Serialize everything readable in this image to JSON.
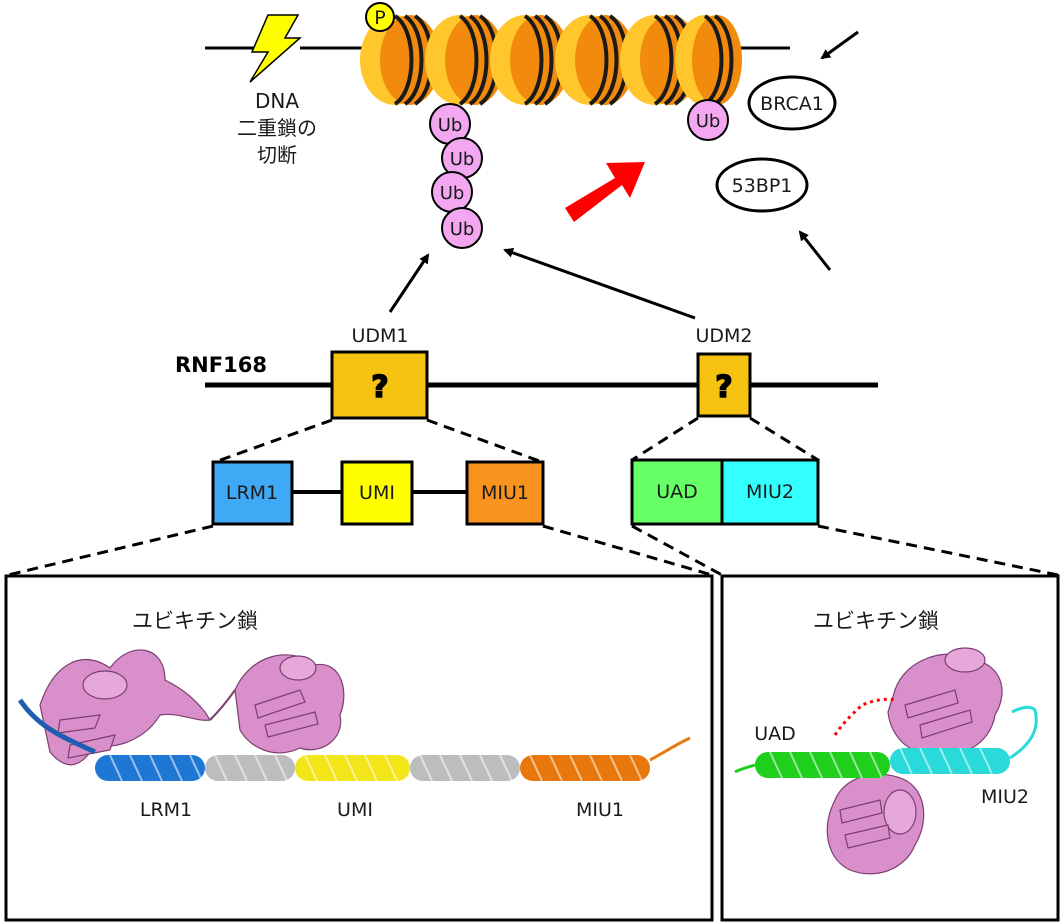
{
  "top": {
    "phospho_label": "P",
    "dsb_label_line1": "DNA",
    "dsb_label_line2": "二重鎖の",
    "dsb_label_line3": "切断",
    "ub_label": "Ub",
    "brca1": "BRCA1",
    "bp53": "53BP1"
  },
  "protein": {
    "name": "RNF168",
    "udm1": "UDM1",
    "udm2": "UDM2",
    "unknown_mark": "?"
  },
  "domains": {
    "lrm1": "LRM1",
    "umi": "UMI",
    "miu1": "MIU1",
    "uad": "UAD",
    "miu2": "MIU2"
  },
  "structures": {
    "left_title": "ユビキチン鎖",
    "right_title": "ユビキチン鎖",
    "left_lrm1": "LRM1",
    "left_umi": "UMI",
    "left_miu1": "MIU1",
    "right_uad": "UAD",
    "right_miu2": "MIU2"
  },
  "colors": {
    "nucleosome_yellow": "#FFC72C",
    "nucleosome_orange": "#F28A0E",
    "ubiquitin_pink": "#F2A7F0",
    "domain_gold": "#F5C211",
    "lrm1_blue": "#3FA9F5",
    "umi_yellow": "#FFFF00",
    "miu1_orange": "#F7931E",
    "uad_green": "#66FF66",
    "miu2_cyan": "#33FFFF",
    "arrow_red": "#FF0000",
    "ribbon_pink": "#D98FC9"
  }
}
